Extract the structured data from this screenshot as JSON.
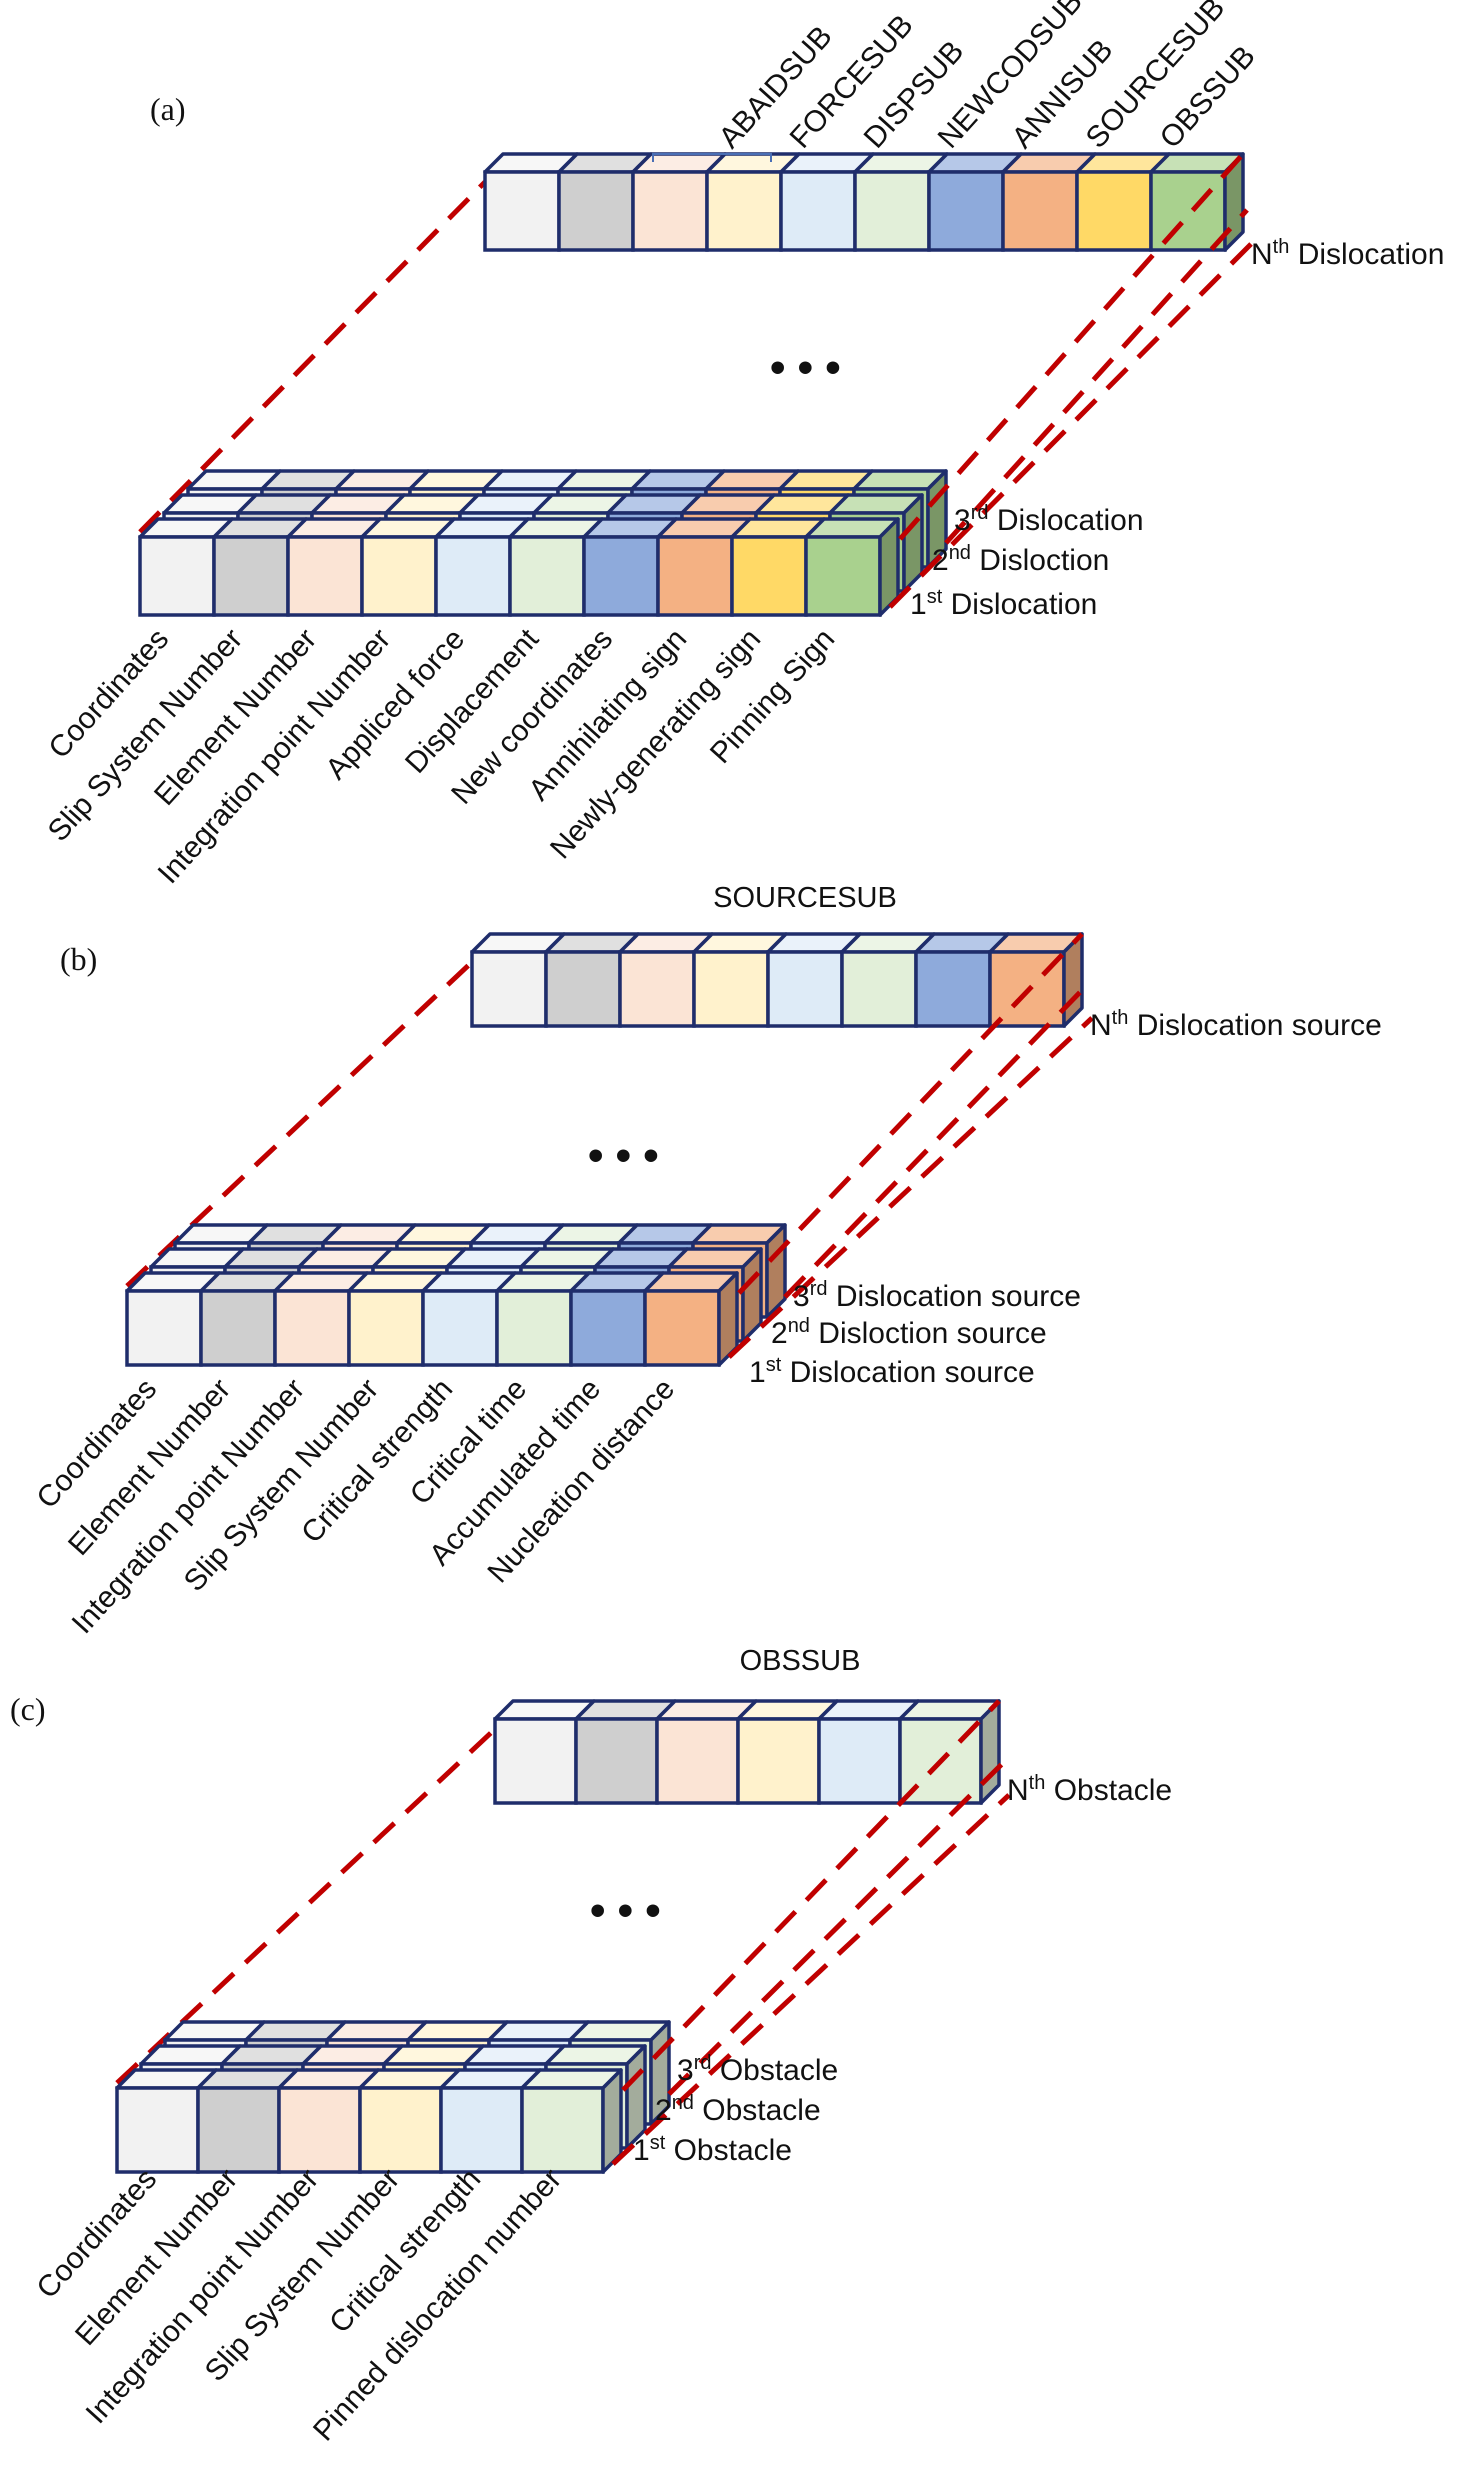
{
  "palette": {
    "cell_colors": [
      "#f2f2f2",
      "#cfcfcf",
      "#fbe4d5",
      "#fff2cc",
      "#deebf7",
      "#e2efd9",
      "#8eaadb",
      "#f4b183",
      "#ffd966",
      "#a9d18e"
    ],
    "edge_color": "#1f2d6b",
    "dash_color": "#c00000"
  },
  "panels": [
    {
      "tag": "(a)",
      "header": "",
      "top_labels": [
        "ABAIDSUB",
        "FORCESUB",
        "DISPSUB",
        "NEWCODSUB",
        "ANNISUB",
        "SOURCESUB",
        "OBSSUB"
      ],
      "nth_label": {
        "sup": "th",
        "rest": " Dislocation"
      },
      "layer_labels": [
        {
          "num": "3",
          "sup": "rd",
          "rest": " Dislocation"
        },
        {
          "num": "2",
          "sup": "nd",
          "rest": " Disloction"
        },
        {
          "num": "1",
          "sup": "st",
          "rest": " Dislocation"
        }
      ],
      "field_labels": [
        "Coordinates",
        "Slip System Number",
        "Element Number",
        "Integration point Number",
        "Appliced force",
        "Displacement",
        "New coordinates",
        "Annihilating sign",
        "Newly-generating sign",
        "Pinning Sign"
      ]
    },
    {
      "tag": "(b)",
      "header": "SOURCESUB",
      "top_labels": [],
      "nth_label": {
        "sup": "th",
        "rest": " Dislocation source"
      },
      "layer_labels": [
        {
          "num": "3",
          "sup": "rd",
          "rest": " Dislocation source"
        },
        {
          "num": "2",
          "sup": "nd",
          "rest": " Disloction source"
        },
        {
          "num": "1",
          "sup": "st",
          "rest": " Dislocation source"
        }
      ],
      "field_labels": [
        "Coordinates",
        "Element Number",
        "Integration point Number",
        "Slip System Number",
        "Critical strength",
        "Critical time",
        "Accumulated time",
        "Nucleation distance"
      ]
    },
    {
      "tag": "(c)",
      "header": "OBSSUB",
      "top_labels": [],
      "nth_label": {
        "sup": "th",
        "rest": " Obstacle"
      },
      "layer_labels": [
        {
          "num": "3",
          "sup": "rd",
          "rest": " Obstacle"
        },
        {
          "num": "2",
          "sup": "nd",
          "rest": " Obstacle"
        },
        {
          "num": "1",
          "sup": "st",
          "rest": " Obstacle"
        }
      ],
      "field_labels": [
        "Coordinates",
        "Element Number",
        "Integration point Number",
        "Slip System Number",
        "Critical strength",
        "Pinned dislocation number"
      ]
    }
  ],
  "ellipsis": "• • •"
}
